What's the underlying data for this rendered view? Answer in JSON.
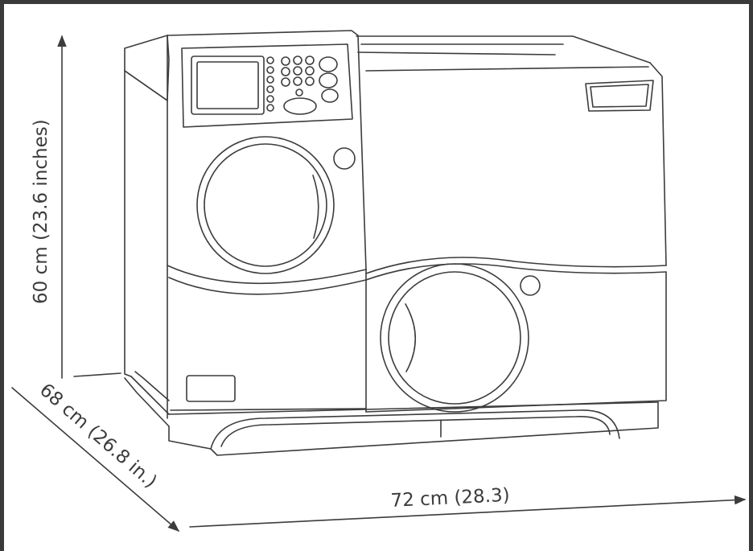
{
  "figure": {
    "dimensions": {
      "height": "60 cm (23.6 inches)",
      "depth": "68 cm (26.8 in.)",
      "width": "72 cm (28.3)"
    }
  },
  "colors": {
    "line": "#3c3c3c",
    "frame": "#3a3a3a",
    "background": "#ffffff"
  }
}
